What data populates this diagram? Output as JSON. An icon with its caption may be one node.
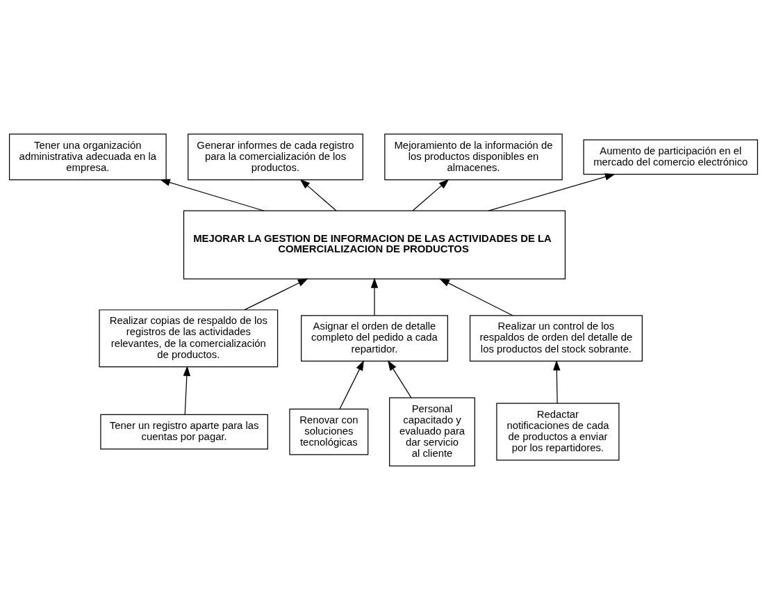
{
  "diagram": {
    "nodes": [
      {
        "text": [
          "Tener una organización administrativa adecuada en la empresa."
        ]
      },
      {
        "text": [
          "Generar informes de cada registro para la comercialización de los productos."
        ]
      },
      {
        "text": [
          "Mejoramiento de la información de los productos disponibles en almacenes."
        ]
      },
      {
        "text": [
          "Aumento de participación en el mercado del comercio electrónico"
        ]
      },
      {
        "text": [
          "MEJORAR LA GESTION DE INFORMACION DE LAS ACTIVIDADES DE LA COMERCIALIZACION DE PRODUCTOS"
        ]
      },
      {
        "text": [
          "Realizar copias de respaldo de los registros de las actividades relevantes, de la comercialización de productos."
        ]
      },
      {
        "text": [
          "Asignar el orden de detalle completo del pedido a cada repartidor."
        ]
      },
      {
        "text": [
          "Realizar un control de los respaldos de orden del detalle de los productos del stock sobrante."
        ]
      },
      {
        "text": [
          "Tener un registro aparte para las cuentas por pagar."
        ]
      },
      {
        "text": [
          "Renovar con soluciones tecnológicas"
        ]
      },
      {
        "text": [
          "Personal capacitado y evaluado para dar servicio al cliente"
        ]
      },
      {
        "text": [
          "Redactar notificaciones de cada de productos a enviar por los repartidores."
        ]
      }
    ],
    "edges": [
      {
        "from": 4,
        "to": 0,
        "arrow": "to"
      },
      {
        "from": 4,
        "to": 1,
        "arrow": "to"
      },
      {
        "from": 4,
        "to": 2,
        "arrow": "to"
      },
      {
        "from": 4,
        "to": 3,
        "arrow": "to"
      },
      {
        "from": 5,
        "to": 4,
        "arrow": "to"
      },
      {
        "from": 6,
        "to": 4,
        "arrow": "to"
      },
      {
        "from": 7,
        "to": 4,
        "arrow": "to"
      },
      {
        "from": 8,
        "to": 5,
        "arrow": "to"
      },
      {
        "from": 9,
        "to": 6,
        "arrow": "to"
      },
      {
        "from": 10,
        "to": 6,
        "arrow": "to"
      },
      {
        "from": 11,
        "to": 7,
        "arrow": "to"
      }
    ]
  }
}
